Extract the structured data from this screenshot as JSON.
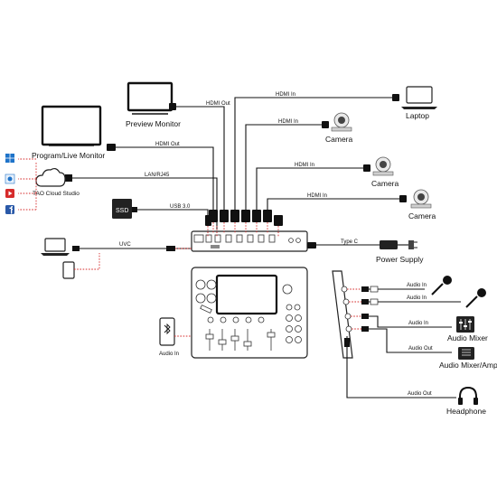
{
  "devices": {
    "preview_monitor": "Preview Monitor",
    "program_monitor": "Program/Live Monitor",
    "laptop": "Laptop",
    "camera": "Camera",
    "power_supply": "Power Supply",
    "audio_mixer": "Audio Mixer",
    "audio_mixer_amp": "Audio Mixer/Amp",
    "headphone": "Headphone",
    "ssd": "SSD",
    "cloud": "TAO Cloud Studio"
  },
  "cables": {
    "hdmi_out": "HDMI Out",
    "hdmi_in": "HDMI In",
    "lan": "LAN/RJ45",
    "usb3": "USB 3.0",
    "uvc": "UVC",
    "type_c": "Type C",
    "audio_in": "Audio In",
    "audio_out": "Audio Out"
  },
  "icons": [
    "facebook-icon",
    "youtube-icon",
    "app-icon",
    "windows-icon",
    "bluetooth-icon",
    "microphone-icon",
    "mixer-icon",
    "headphone-icon",
    "camera-icon",
    "laptop-icon",
    "monitor-icon",
    "phone-icon",
    "power-plug-icon",
    "cloud-icon"
  ],
  "colors": {
    "signal_dash": "#d62b2b",
    "device_outline": "#222222"
  }
}
